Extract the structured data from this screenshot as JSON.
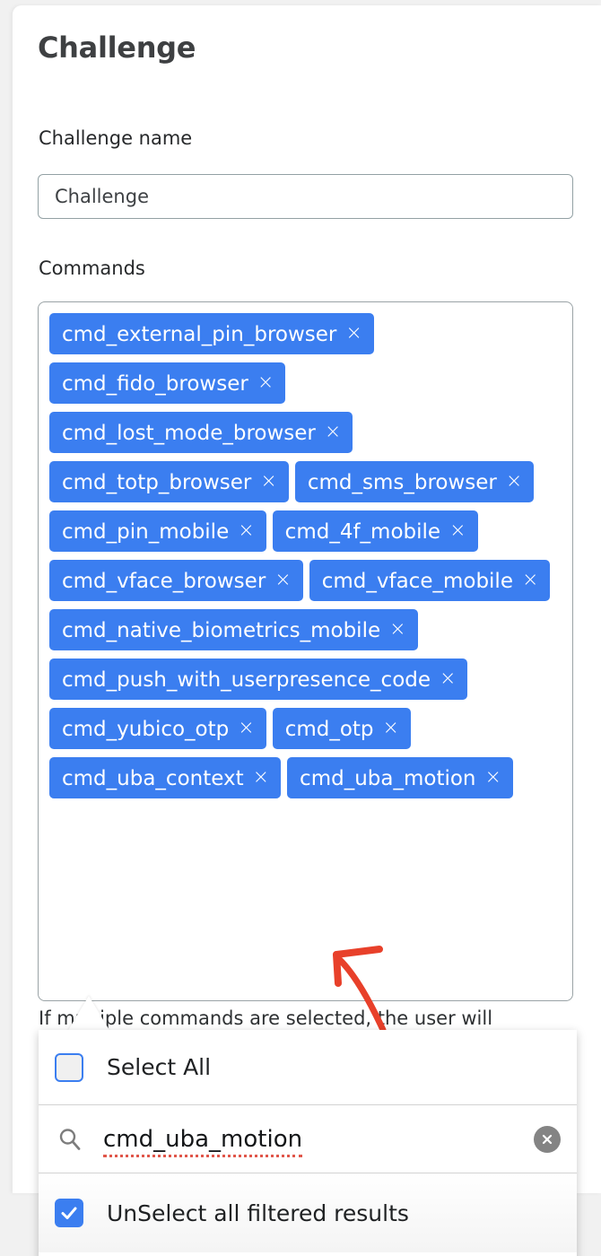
{
  "page": {
    "title": "Challenge"
  },
  "form": {
    "challenge_name": {
      "label": "Challenge name",
      "value": "Challenge",
      "placeholder": "Challenge name"
    },
    "commands": {
      "label": "Commands",
      "helper_text": "If multiple commands are selected, the user will",
      "chips": [
        {
          "label": "cmd_external_pin_browser",
          "remove": "×"
        },
        {
          "label": "cmd_fido_browser",
          "remove": "×"
        },
        {
          "label": "cmd_lost_mode_browser",
          "remove": "×"
        },
        {
          "label": "cmd_totp_browser",
          "remove": "×"
        },
        {
          "label": "cmd_sms_browser",
          "remove": "×"
        },
        {
          "label": "cmd_pin_mobile",
          "remove": "×"
        },
        {
          "label": "cmd_4f_mobile",
          "remove": "×"
        },
        {
          "label": "cmd_vface_browser",
          "remove": "×"
        },
        {
          "label": "cmd_vface_mobile",
          "remove": "×"
        },
        {
          "label": "cmd_native_biometrics_mobile",
          "remove": "×"
        },
        {
          "label": "cmd_push_with_userpresence_code",
          "remove": "×"
        },
        {
          "label": "cmd_yubico_otp",
          "remove": "×"
        },
        {
          "label": "cmd_otp",
          "remove": "×"
        },
        {
          "label": "cmd_uba_context",
          "remove": "×"
        },
        {
          "label": "cmd_uba_motion",
          "remove": "×"
        }
      ]
    }
  },
  "dropdown": {
    "select_all": {
      "label": "Select All",
      "checked": false
    },
    "search": {
      "value": "cmd_uba_motion",
      "icon": "search-icon",
      "clear_icon": "clear-circle-icon"
    },
    "unselect_all_filtered": {
      "label": "UnSelect all filtered results",
      "checked": true
    }
  },
  "annotation": {
    "arrow_color": "#e8402a",
    "points_to": "cmd_uba_motion"
  },
  "colors": {
    "chip_blue": "#3b7ef0",
    "page_background": "#f1f1f1",
    "card_background": "#ffffff",
    "input_border": "#93a1a4",
    "annotation_red": "#e8402a"
  }
}
